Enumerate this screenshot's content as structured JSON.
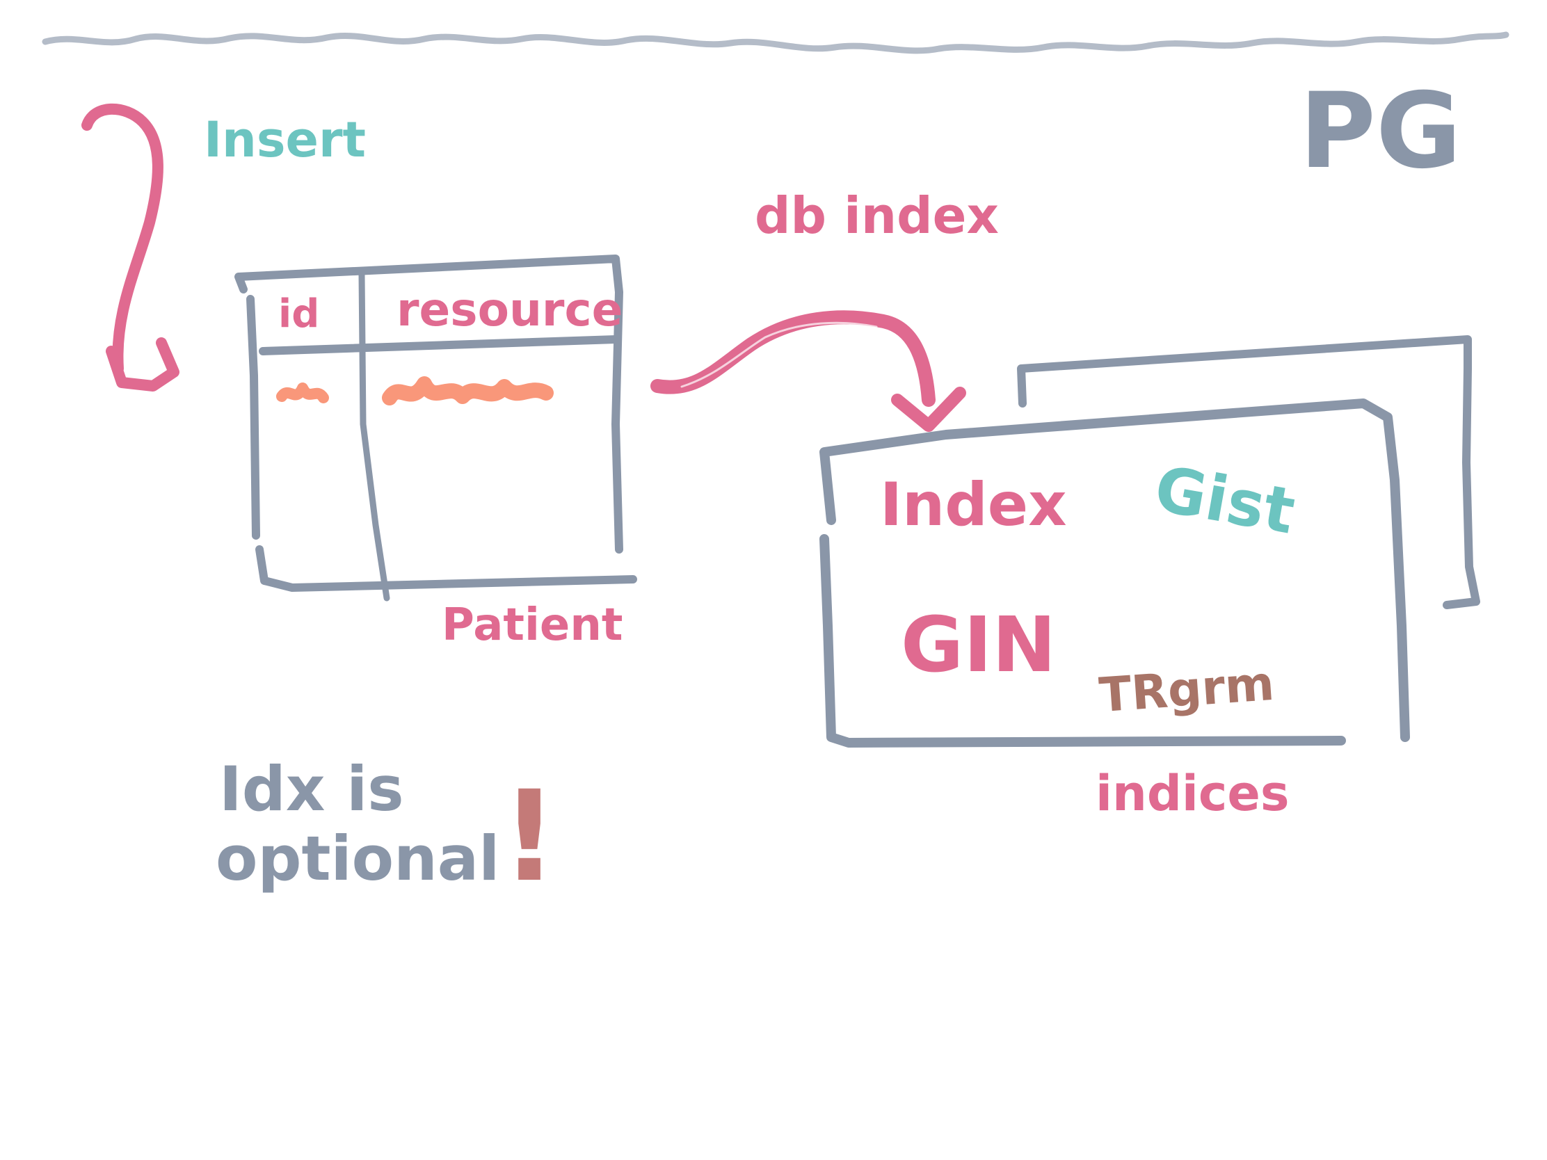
{
  "colors": {
    "slate": "#8a96a8",
    "pink": "#e06a90",
    "teal": "#6cc4c0",
    "orange": "#f9977a",
    "brown": "#a87467",
    "header_line": "#b4bcc8",
    "rust": "#c47a78"
  },
  "labels": {
    "insert": "Insert",
    "pg": "PG",
    "db_index": "db index",
    "table_col_id": "id",
    "table_col_resource": "resource",
    "table_name": "Patient",
    "index_title": "Index",
    "gist": "Gist",
    "gin": "GIN",
    "trgrm": "TRgrm",
    "indices": "indices",
    "note_line1": "Idx is",
    "note_line2": "optional",
    "note_exclaim": "!"
  }
}
